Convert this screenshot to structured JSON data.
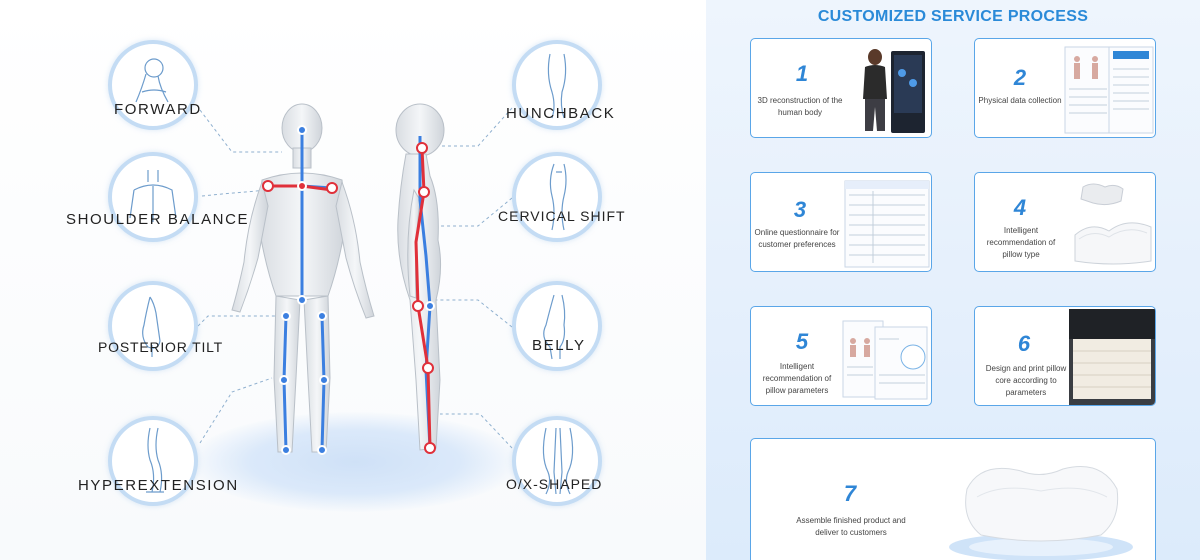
{
  "posture_labels": {
    "forward": "FORWARD",
    "shoulder_balance": "SHOULDER BALANCE",
    "posterior_tilt": "POSTERIOR TILT",
    "hyperextension": "HYPEREXTENSION",
    "hunchback": "HUNCHBACK",
    "cervical_shift": "CERVICAL SHIFT",
    "belly": "BELLY",
    "ox_shaped": "O/X-SHAPED"
  },
  "process": {
    "title": "CUSTOMIZED SERVICE PROCESS",
    "steps": [
      {
        "number": "1",
        "text": "3D reconstruction of the human body"
      },
      {
        "number": "2",
        "text": "Physical data collection"
      },
      {
        "number": "3",
        "text": "Online questionnaire for customer preferences"
      },
      {
        "number": "4",
        "text": "Intelligent recommendation of pillow type"
      },
      {
        "number": "5",
        "text": "Intelligent recommendation of pillow parameters"
      },
      {
        "number": "6",
        "text": "Design and print pillow core according to parameters"
      },
      {
        "number": "7",
        "text": "Assemble finished product and deliver to customers"
      }
    ]
  },
  "colors": {
    "accent_blue": "#2f86d6",
    "title_blue": "#2a8ad8",
    "card_border": "#5aa6e8",
    "circle_border": "#c4dcf4",
    "skeleton_red": "#e0303a",
    "skeleton_blue": "#3b7fe0"
  }
}
